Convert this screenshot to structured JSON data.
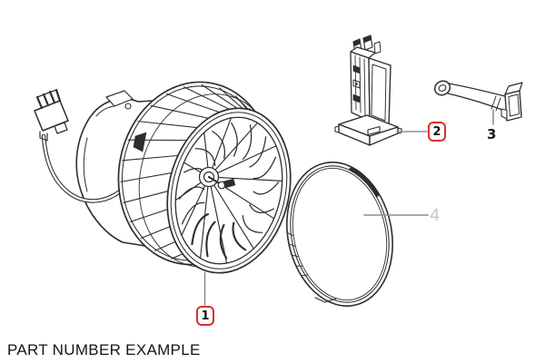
{
  "caption": "PART NUMBER EXAMPLE",
  "parts": [
    {
      "label": "1",
      "style": "red-box"
    },
    {
      "label": "2",
      "style": "red-box"
    },
    {
      "label": "3",
      "style": "plain"
    },
    {
      "label": "4",
      "style": "muted"
    }
  ],
  "colors": {
    "callout_red": "#dd2f2c",
    "line_art": "#2e2e2e",
    "leader_gray": "#8f8f8f",
    "muted_label_gray": "#c8c8c8"
  }
}
